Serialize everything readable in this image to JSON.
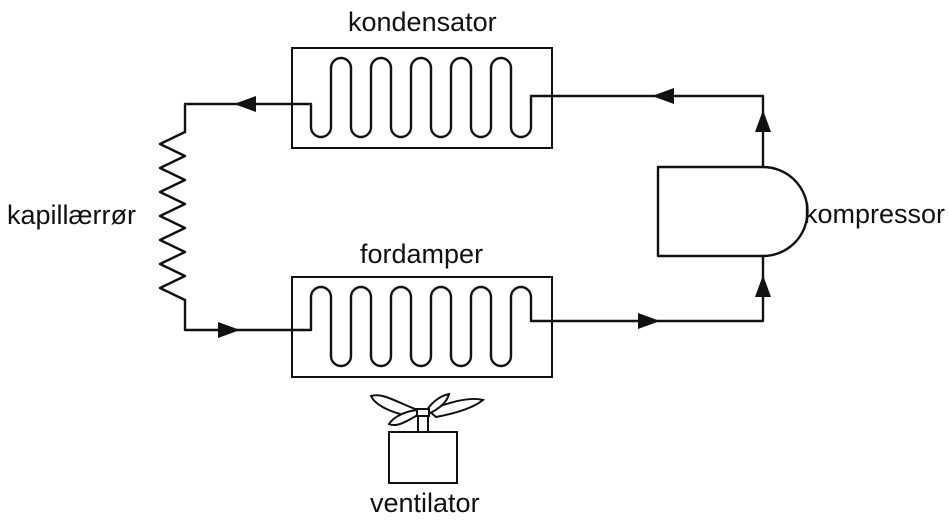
{
  "diagram": {
    "labels": {
      "condenser": "kondensator",
      "evaporator": "fordamper",
      "capillary": "kapillærrør",
      "compressor": "kompressor",
      "fan": "ventilator"
    }
  }
}
